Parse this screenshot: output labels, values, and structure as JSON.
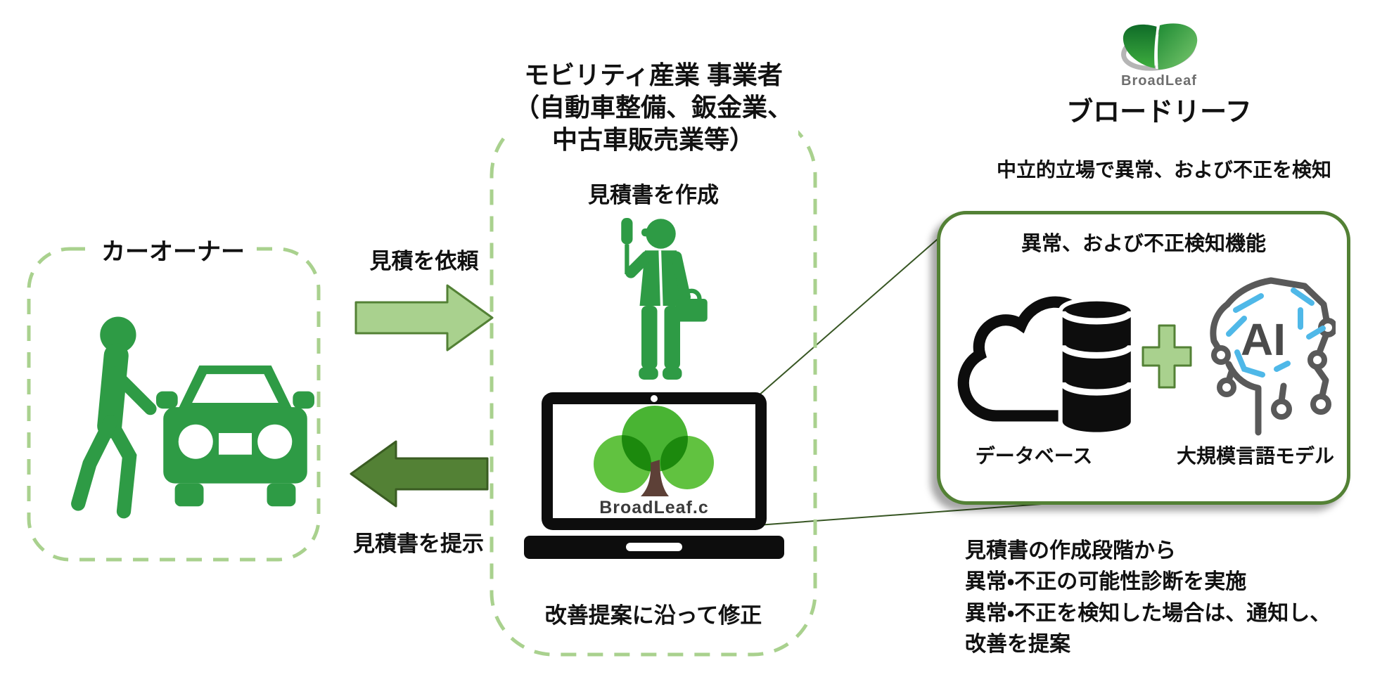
{
  "diagram_title": "BroadLeaf anomaly and fraud detection flow",
  "left_box": {
    "title": "カーオーナー",
    "icons": [
      "walking-person",
      "car-front"
    ]
  },
  "flows": {
    "request_label": "見積を依頼",
    "present_label": "見積書を提示"
  },
  "middle_box": {
    "title_line1": "モビリティ産業 事業者",
    "title_line2": "（自動車整備、鈑金業、",
    "title_line3": "中古車販売業等）",
    "create_label": "見積書を作成",
    "laptop_logo_text": "BroadLeaf.c",
    "revise_label": "改善提案に沿って修正"
  },
  "broadleaf": {
    "logo_text": "BroadLeaf",
    "company_name": "ブロードリーフ",
    "subtitle": "中立的立場で異常、および不正を検知",
    "detection_box": {
      "title": "異常、および不正検知機能",
      "database_label": "データベース",
      "llm_label": "大規模言語モデル",
      "ai_text": "AI"
    },
    "note_line1": "見積書の作成段階から",
    "note_line2": "異常・不正の可能性診断を実施",
    "note_line3": "異常・不正を検知した場合は、通知し、",
    "note_line4": "改善を提案"
  },
  "colors": {
    "dashed_border_green": "#a9d18e",
    "dark_green": "#538135",
    "line_green": "#375623",
    "icon_green": "#2e9b45",
    "tree_green_bright": "#45b71e",
    "tree_green_mid": "#2f9e41",
    "trunk_brown": "#5d4037",
    "ai_gray": "#595959",
    "ai_blue": "#4fb8e8",
    "logo_gray": "#b5b5b5",
    "black": "#0d0d0d"
  }
}
